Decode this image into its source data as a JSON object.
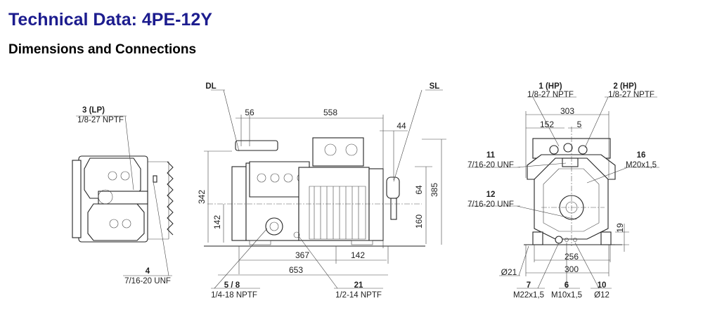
{
  "header": {
    "title": "Technical Data: 4PE-12Y",
    "subtitle": "Dimensions and Connections"
  },
  "left_view": {
    "conn_3": {
      "id": "3 (LP)",
      "thread": "1/8-27 NPTF"
    },
    "conn_4": {
      "id": "4",
      "thread": "7/16-20 UNF"
    }
  },
  "side_view": {
    "dl": "DL",
    "sl": "SL",
    "dims": {
      "d56": "56",
      "d558": "558",
      "d44": "44",
      "d342": "342",
      "d142v": "142",
      "d64": "64",
      "d385": "385",
      "d160": "160",
      "d367": "367",
      "d142h": "142",
      "d653": "653"
    },
    "conn_5_8": {
      "id": "5 / 8",
      "thread": "1/4-18 NPTF"
    },
    "conn_21": {
      "id": "21",
      "thread": "1/2-14 NPTF"
    }
  },
  "front_view": {
    "conn_1": {
      "id": "1 (HP)",
      "thread": "1/8-27 NPTF"
    },
    "conn_2": {
      "id": "2 (HP)",
      "thread": "1/8-27 NPTF"
    },
    "conn_11": {
      "id": "11",
      "thread": "7/16-20 UNF"
    },
    "conn_16": {
      "id": "16",
      "thread": "M20x1,5"
    },
    "conn_12": {
      "id": "12",
      "thread": "7/16-20 UNF"
    },
    "conn_7": {
      "id": "7",
      "thread": "M22x1,5"
    },
    "conn_6": {
      "id": "6",
      "thread": "M10x1,5"
    },
    "conn_10": {
      "id": "10",
      "thread": "Ø12"
    },
    "hole": "Ø21",
    "dims": {
      "d303": "303",
      "d152": "152",
      "d5": "5",
      "d19": "19",
      "d256": "256",
      "d300": "300"
    }
  },
  "colors": {
    "title": "#1c1c8e",
    "line": "#222222"
  }
}
